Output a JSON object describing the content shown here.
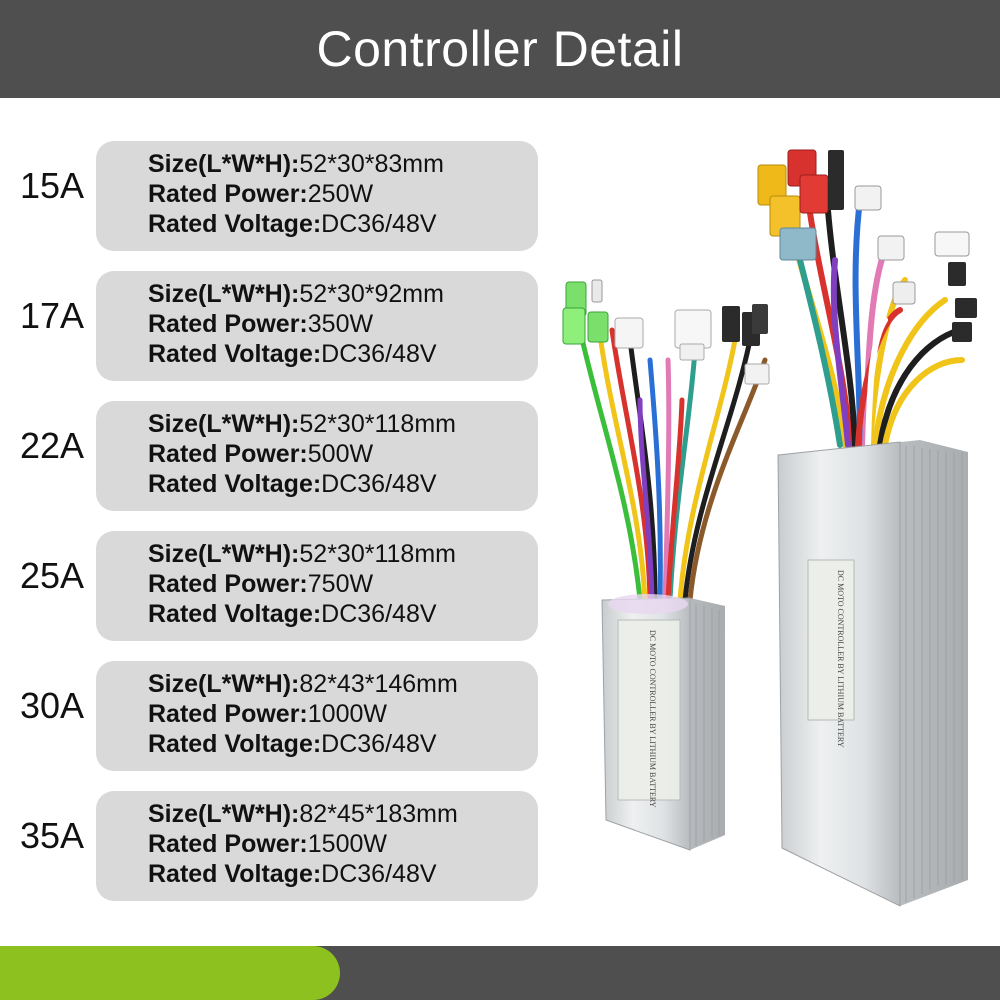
{
  "header": {
    "title": "Controller Detail"
  },
  "colors": {
    "header_bg": "#4f4f4f",
    "box_bg": "#d9d9d9",
    "accent_green": "#8cc11f"
  },
  "specs": [
    {
      "amp": "15A",
      "size_label": "Size(L*W*H):",
      "size": "52*30*83mm",
      "power_label": "Rated Power:",
      "power": "250W",
      "voltage_label": "Rated Voltage:",
      "voltage": "DC36/48V"
    },
    {
      "amp": "17A",
      "size_label": "Size(L*W*H):",
      "size": "52*30*92mm",
      "power_label": "Rated Power:",
      "power": "350W",
      "voltage_label": "Rated Voltage:",
      "voltage": "DC36/48V"
    },
    {
      "amp": "22A",
      "size_label": "Size(L*W*H):",
      "size": "52*30*118mm",
      "power_label": "Rated Power:",
      "power": "500W",
      "voltage_label": "Rated Voltage:",
      "voltage": "DC36/48V"
    },
    {
      "amp": "25A",
      "size_label": "Size(L*W*H):",
      "size": "52*30*118mm",
      "power_label": "Rated Power:",
      "power": "750W",
      "voltage_label": "Rated Voltage:",
      "voltage": "DC36/48V"
    },
    {
      "amp": "30A",
      "size_label": "Size(L*W*H):",
      "size": "82*43*146mm",
      "power_label": "Rated Power:",
      "power": "1000W",
      "voltage_label": "Rated Voltage:",
      "voltage": "DC36/48V"
    },
    {
      "amp": "35A",
      "size_label": "Size(L*W*H):",
      "size": "82*45*183mm",
      "power_label": "Rated Power:",
      "power": "1500W",
      "voltage_label": "Rated Voltage:",
      "voltage": "DC36/48V"
    }
  ],
  "photo": {
    "small_label": "DC MOTO CONTROLLER BY LITHIUM BATTERY",
    "large_label": "DC MOTO CONTROLLER BY LITHIUM BATTERY"
  }
}
